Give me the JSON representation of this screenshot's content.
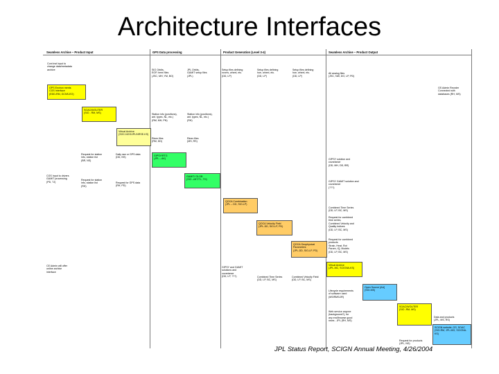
{
  "title": "Architecture Interfaces",
  "footer": "JPL Status Report, SCIGN Annual Meeting, 4/26/2004",
  "columns": [
    "Seamless Archive – Product Input",
    "GPS Data processing",
    "Product Generation (Level 3-4)",
    "Seamless Archive – Product Output"
  ],
  "colors": {
    "yellow": "#ffff00",
    "light_yellow": "#ffff99",
    "green": "#33ff66",
    "orange": "#ffcc66",
    "blue": "#66ccff",
    "outline": "#555555"
  },
  "boxes": {
    "gps_environ": "GPS Environ ments\nCGS Interface\n(EDD-RM, GCNS-EO)",
    "soac_wouter_top": "SOAC/WOUTER\n(SIO - RM, MS)",
    "virtual_archive_top": "Virtual Archive\n(SOC-NGS/JPL/NRSE-KS)",
    "gipsy_rtg": "GIPSY/RTG\n(JPL – AK)",
    "gamit_glob": "GAMIT/ GLOB\n(SIO –MIT/TL, TH)",
    "qoca_combination": "QOCA Combination\n(JPL – DD, SIO-LP)",
    "qoca_velocity": "QOCA Velocity Field\n(JPL-DD, SIO-LP, PD)",
    "qoca_geophysical": "QOCA Geophysical Parameters\n(JPL-DD, SIO-LP, PD)",
    "virtual_archive_bottom": "Virtual Archive\n(JPL-MC, SCIGNA-KS)",
    "open_source": "Open Source [AA]\n(SIO-MS)",
    "soac_wouter_bottom": "SOAC/WOUTER\n(SIO -RM, MS)",
    "scign_website": "SCIGN website, GS, SOAC\n(SIO-RM, JPL-MG, SCIGNA-KS)"
  },
  "labels": {
    "cont_input": "Cont inst Input to\nchange data/metadata\narchive",
    "rinex_sio": "SIO Orbits,\nEOP, hemi files\n(JSC, MH, YM, BO)",
    "jpl_orbits": "JPL Orbits,\nGAMIT setup files\n(JPL)",
    "setup_rover": "Setup files defining\nrovers, wheel, etc.\n(DD, LP)",
    "setup_hoe": "Setup files defining\nhoe, wheel, etc.\n(DD, LP)",
    "setup_hoe2": "Setup files defining\nhoe, wheel, etc.\n(DD, LP)",
    "analog_files": "All analog files\n(JSC, NW, DO, LP, PD)",
    "gs_admin": "GS Admin Reorder\nConnected with\ndatabases (RH, MS)",
    "station_info": "Station info (positions),\nant. types, NL, etc.)\n(RM, MH, PN)",
    "station_info2": "Station info (positions),\nant. types, NL, etc.)\n(RH)",
    "rinex_files": "Rinex files\n(RM, DD)",
    "rinex_files2": "Rinex files\n(MS, RS)",
    "request_station": "Request for station\ninfo, station list\n(BR, NS)",
    "daily_gps": "Daily raw or GPS data\n(DD, NS)",
    "gipsy_solution": "GIPSY solution and\ncovariance\n(DD, MH, DD, BR)",
    "gipsy_gamit_hint": "GIPSY GAMIT solution and\ncovariance\n(???)",
    "cgs_gamit_input": "CGS Input to drivers\nGAMIT processing\n(PD, TJ)",
    "request_station2": "Request for station\ninfo, station list\n(RH)",
    "request_gps": "Request for GPS data\n(RH, PD)",
    "combined_ts": "Combined Time Series\n(DD, LP, BC, MS)",
    "request_combined": "Request for combined\ntime series,\nCombined Velocity and\nQuality Indices\n(DD, LP, BC, MS)",
    "request_combined2": "Request for combined\nproducts\nStrain, Heat, Rot\nParam, IQ, Models\n(DD, LP, BC, MS)",
    "ce_admin": "CE Admin will offer\nonline archive\ninterface",
    "gipsy_gamit_solutions": "GIPSY and GAMIT\nsolutions and\ncovariance\n(DD, LP, ???)",
    "combined_ts2": "Combined Time Series\n(DD, LP, BC, MS)",
    "combined_velocity": "Combined Velocity Field\n(DD, LP, BC, MS)",
    "lifecycle_req": "Lifecycle requirements\nof software used\n(MS/RMS/JR)",
    "web_service": "Web service anyone\n(background?), for\nany end/browse good\nnews - JPL (RH, MS)",
    "request_products": "Request for products\n(JPL, NS)",
    "data_products": "Data and products\n(JPL, MS, RS)"
  }
}
